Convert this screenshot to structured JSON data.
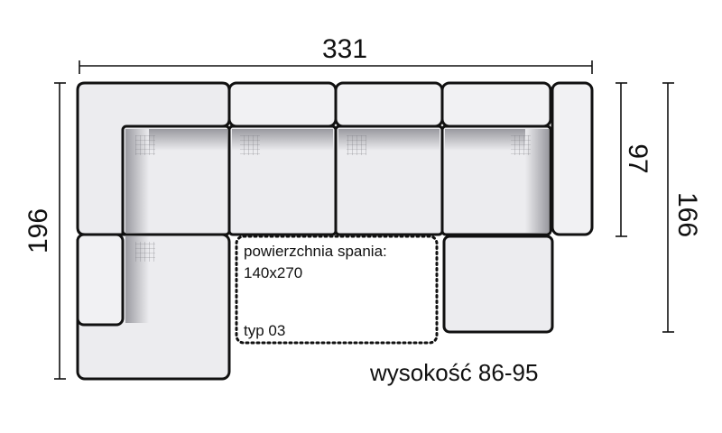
{
  "dimensions": {
    "total_width": "331",
    "left_depth": "196",
    "right_inner_depth": "97",
    "right_depth": "166"
  },
  "sleeping_area": {
    "label": "powierzchnia spania:",
    "size": "140x270",
    "type": "typ 03"
  },
  "height_label": "wysokość 86-95",
  "colors": {
    "outline": "#111111",
    "cushion_fill": "#f1f1f3",
    "shadow": "#b9b9bd",
    "background": "#ffffff"
  }
}
